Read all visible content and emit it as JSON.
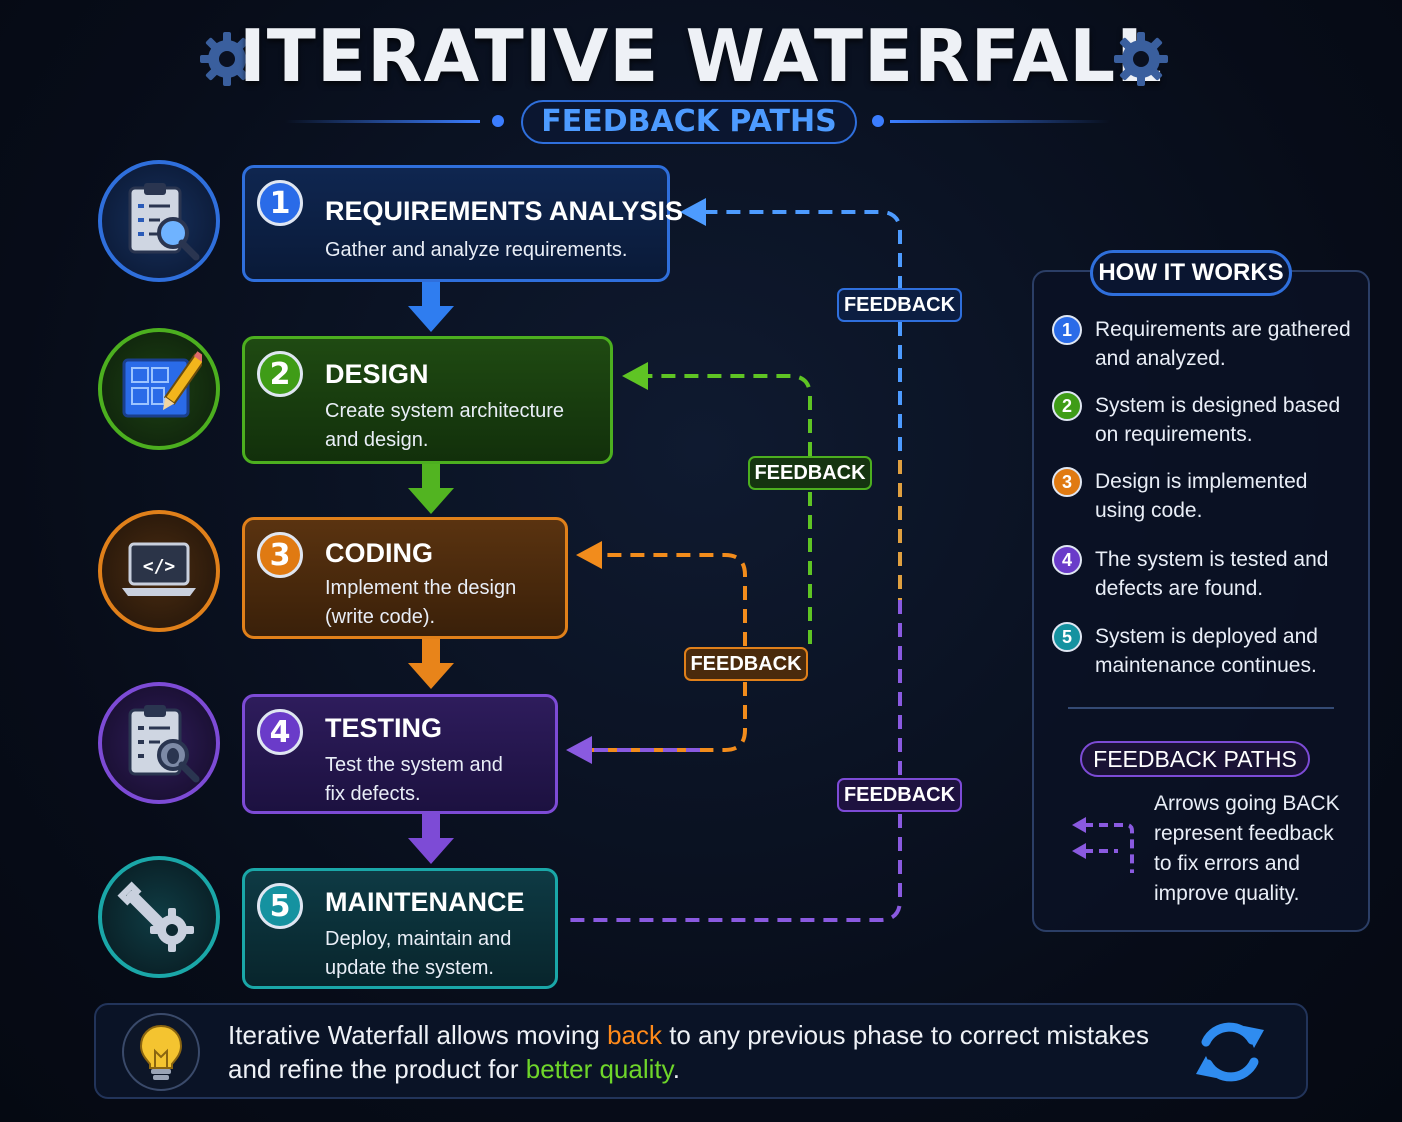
{
  "header": {
    "title": "ITERATIVE WATERFALL",
    "subtitle": "FEEDBACK PATHS"
  },
  "phases": [
    {
      "number": "1",
      "title": "REQUIREMENTS ANALYSIS",
      "description": "Gather and analyze requirements.",
      "color": "#2f6fdc",
      "icon": "clipboard-magnifier-icon"
    },
    {
      "number": "2",
      "title": "DESIGN",
      "description": "Create system architecture and design.",
      "color": "#4caf1f",
      "icon": "blueprint-pencil-icon"
    },
    {
      "number": "3",
      "title": "CODING",
      "description": "Implement the design (write code).",
      "color": "#e0801a",
      "icon": "laptop-code-icon"
    },
    {
      "number": "4",
      "title": "TESTING",
      "description": "Test the system and fix defects.",
      "color": "#7d4bd6",
      "icon": "clipboard-bug-icon"
    },
    {
      "number": "5",
      "title": "MAINTENANCE",
      "description": "Deploy, maintain and update the system.",
      "color": "#1aa7a8",
      "icon": "wrench-gear-icon"
    }
  ],
  "feedback_labels": [
    "FEEDBACK",
    "FEEDBACK",
    "FEEDBACK",
    "FEEDBACK"
  ],
  "how_it_works": {
    "title": "HOW IT WORKS",
    "steps": [
      {
        "number": "1",
        "text": "Requirements are gathered and analyzed."
      },
      {
        "number": "2",
        "text": "System is designed based on requirements."
      },
      {
        "number": "3",
        "text": "Design is implemented using code."
      },
      {
        "number": "4",
        "text": "The system is tested and defects are found."
      },
      {
        "number": "5",
        "text": "System is deployed and maintenance continues."
      }
    ],
    "feedback_title": "FEEDBACK PATHS",
    "feedback_text": "Arrows going BACK represent feedback to fix errors and improve quality."
  },
  "footer": {
    "part1": "Iterative Waterfall allows moving ",
    "highlight1": "back",
    "part2": " to any previous phase to correct mistakes and refine the product for ",
    "highlight2": "better quality",
    "part3": "."
  }
}
